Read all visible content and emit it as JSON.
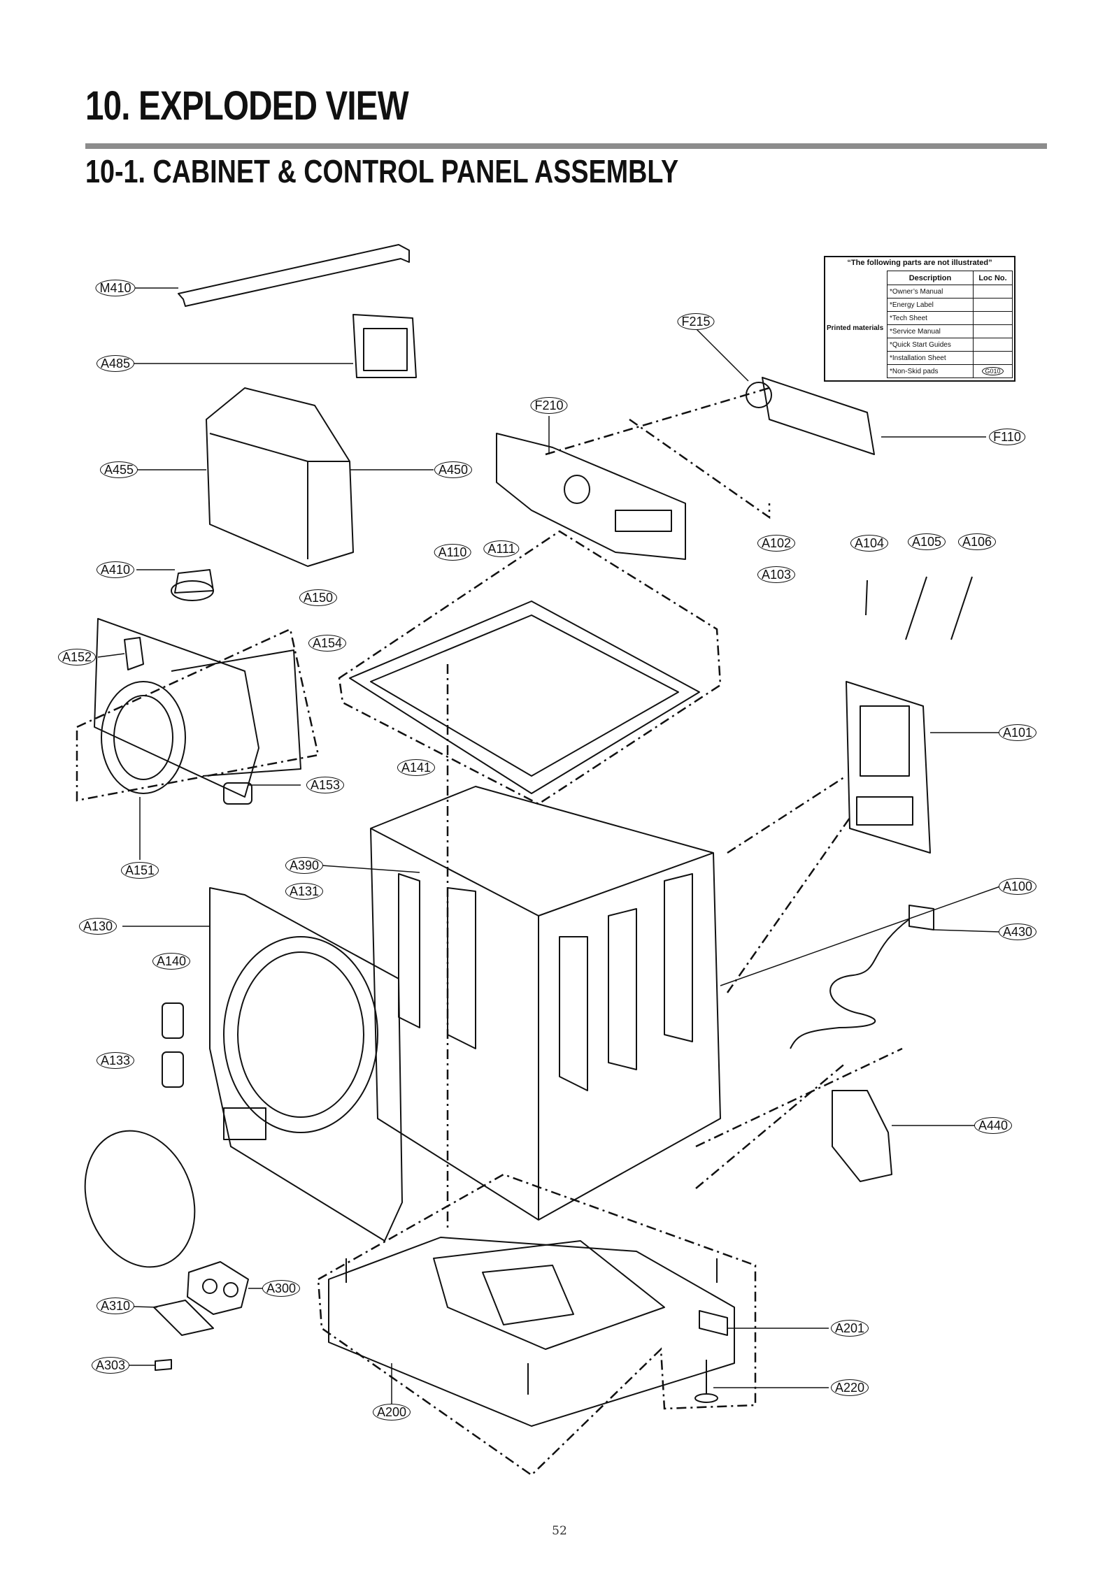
{
  "header": {
    "title": "10.  EXPLODED VIEW",
    "subtitle": "10-1.  CABINET  & CONTROL PANEL ASSEMBLY"
  },
  "note_table": {
    "caption": "“The following parts are not illustrated”",
    "col_description": "Description",
    "col_loc": "Loc No.",
    "group_label": "Printed materials",
    "rows": [
      {
        "description": "*Owner’s Manual",
        "loc": ""
      },
      {
        "description": "*Energy Label",
        "loc": ""
      },
      {
        "description": "*Tech Sheet",
        "loc": ""
      },
      {
        "description": "*Service Manual",
        "loc": ""
      },
      {
        "description": "*Quick Start Guides",
        "loc": ""
      },
      {
        "description": "*Installation Sheet",
        "loc": ""
      },
      {
        "description": "*Non-Skid pads",
        "loc": "G010"
      }
    ]
  },
  "labels": {
    "M410": "M410",
    "A485": "A485",
    "A455": "A455",
    "A450": "A450",
    "A410": "A410",
    "A150": "A150",
    "A152": "A152",
    "A154": "A154",
    "A153": "A153",
    "A151": "A151",
    "F215": "F215",
    "F210": "F210",
    "F110": "F110",
    "A110": "A110",
    "A111": "A111",
    "A102": "A102",
    "A103": "A103",
    "A104": "A104",
    "A105": "A105",
    "A106": "A106",
    "A101": "A101",
    "A141": "A141",
    "A390": "A390",
    "A131": "A131",
    "A130": "A130",
    "A140": "A140",
    "A133": "A133",
    "A100": "A100",
    "A430": "A430",
    "A440": "A440",
    "A300": "A300",
    "A310": "A310",
    "A303": "A303",
    "A201": "A201",
    "A220": "A220",
    "A200": "A200"
  },
  "page_number": "52"
}
